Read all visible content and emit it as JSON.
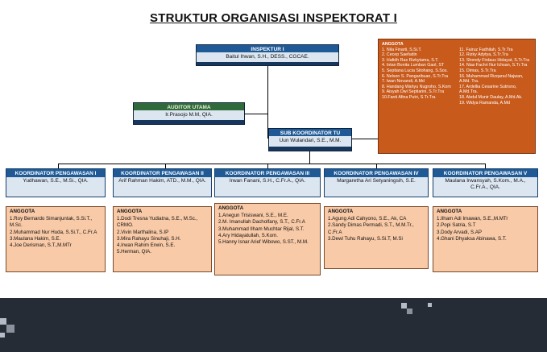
{
  "title": "STRUKTUR ORGANISASI INSPEKTORAT I",
  "inspektur": {
    "title": "INSPEKTUR I",
    "name": "Baitul Ihwan, S.H., DESS., CGCAE."
  },
  "auditor": {
    "title": "AUDITOR UTAMA",
    "name": "Ir.Prasojo M.M, QIA."
  },
  "sub_koordinator": {
    "title": "SUB KOORDINATOR  TU",
    "name": "Uun Wulandari, S.E., M.M."
  },
  "tu_anggota": {
    "heading": "ANGGOTA",
    "left": [
      "1.  Nila Finarti, S.Si.T.",
      "2.  Cecep Saefudin",
      "3.  Hafidh Ras Rizkytama, S.T.",
      "4.  Intan Bonita Lumban Gaol, ST",
      "5.  Septiana Lucia Sitohang, S.Sos.",
      "6.  Nelson S. Pangaribuan, S.Tr.Tra",
      "7.  Iwan Novandi, A.Md",
      "8.  Handang Wahyu Nugroho, S.Kom",
      "9.  Aisyah Dwi Septiarini, S.Tr.Tra",
      "10.Fanti Afina Putri, S.Tr.Tra"
    ],
    "right": [
      "11.   Fairuz Fadhilah, S.Tr.Tra",
      "12.   Rizky Adytya, S.Tr.Tra",
      "13.   Shendy Firdaus Hidayat, S.Tr.Tra",
      "14.   Nias Fachri Nur Ichsan, S.Tr.Tra",
      "15.   Dimas, S.Tr.Tra",
      "16.   Muhammad Rizqanul Najwan, A.Md. Tra.",
      "17.   Ardellia Cesarine Sutrisno, A.Md.Tra.",
      "18.   Abdul Munir Daulay, A.Md.Ak.",
      "19.   Widya Ramanda, A.Md"
    ]
  },
  "koordinators": [
    {
      "title": "KOORDINATOR PENGAWASAN I",
      "name": "Yudhawan, S.E., M.Si., QIA.",
      "anggota_label": "ANGGOTA",
      "members": [
        "1.Roy Bernardo Simanjuntak, S.Si.T., M.Sc.",
        "2.Muhammad Nur Huda, S.Si.T., C.Fr.A",
        "3.Maulana Hakim, S.E.",
        "4.Joe Derisman, S.T.,M.MTr"
      ]
    },
    {
      "title": "KOORDINATOR PENGAWASAN II",
      "name": "Arif Rahman Hakim, ATD., M.M., QIA.",
      "anggota_label": "ANGGOTA",
      "members": [
        "1.Dodi Tresna Yudiatna, S.E., M.Sc., CRMO.",
        "2.Vivin Marthalina, S.IP",
        "3.Mira Rahayu Sinuhaji, S.H.",
        "4.Irwan Rahim Erwin, S.E.",
        "5.Herman, QIA."
      ]
    },
    {
      "title": "KOORDINATOR PENGAWASAN III",
      "name": "Irwan Fanani, S.H., C.Fr.A., QIA.",
      "anggota_label": "ANGGOTA",
      "members": [
        "1.Anegun Trisiswani, S.E., M.E.",
        "2.M. Imanullah Dacholfany, S.T., C.Fr.A",
        "3.Muhammad Ilham  Muchtar Rijal, S.T.",
        "4.Ary Hidayatullah, S.Kom.",
        "5.Hanny Isnar Arief Wibowo, S.ST., M.M."
      ]
    },
    {
      "title": "KOORDINATOR PENGAWASAN IV",
      "name": "Margaretha Ari Setyaningsih, S.E.",
      "anggota_label": "ANGGOTA",
      "members": [
        "1.Agung Adi Cahyono, S.E., Ak, CA",
        "2.Sandy Dimas Permadi, S.T., M.M.Tr., C.Fr.A",
        "3.Dewi Tuhu Rahayu, S.Si.T, M.Si"
      ]
    },
    {
      "title": "KOORDINATOR PENGAWASAN V",
      "name": "Maulana Irwansyah, S.Kom., M.A., C.Fr.A., QIA.",
      "anggota_label": "ANGGOTA",
      "members": [
        "1.Ilham Adi Imawan, S.E.,M.MTr",
        "2.Popi Satria, S.T",
        "3.Dody Arvadi, S.AP",
        "4.Ghani Dhyaksa Abinawa, S.T."
      ]
    }
  ]
}
